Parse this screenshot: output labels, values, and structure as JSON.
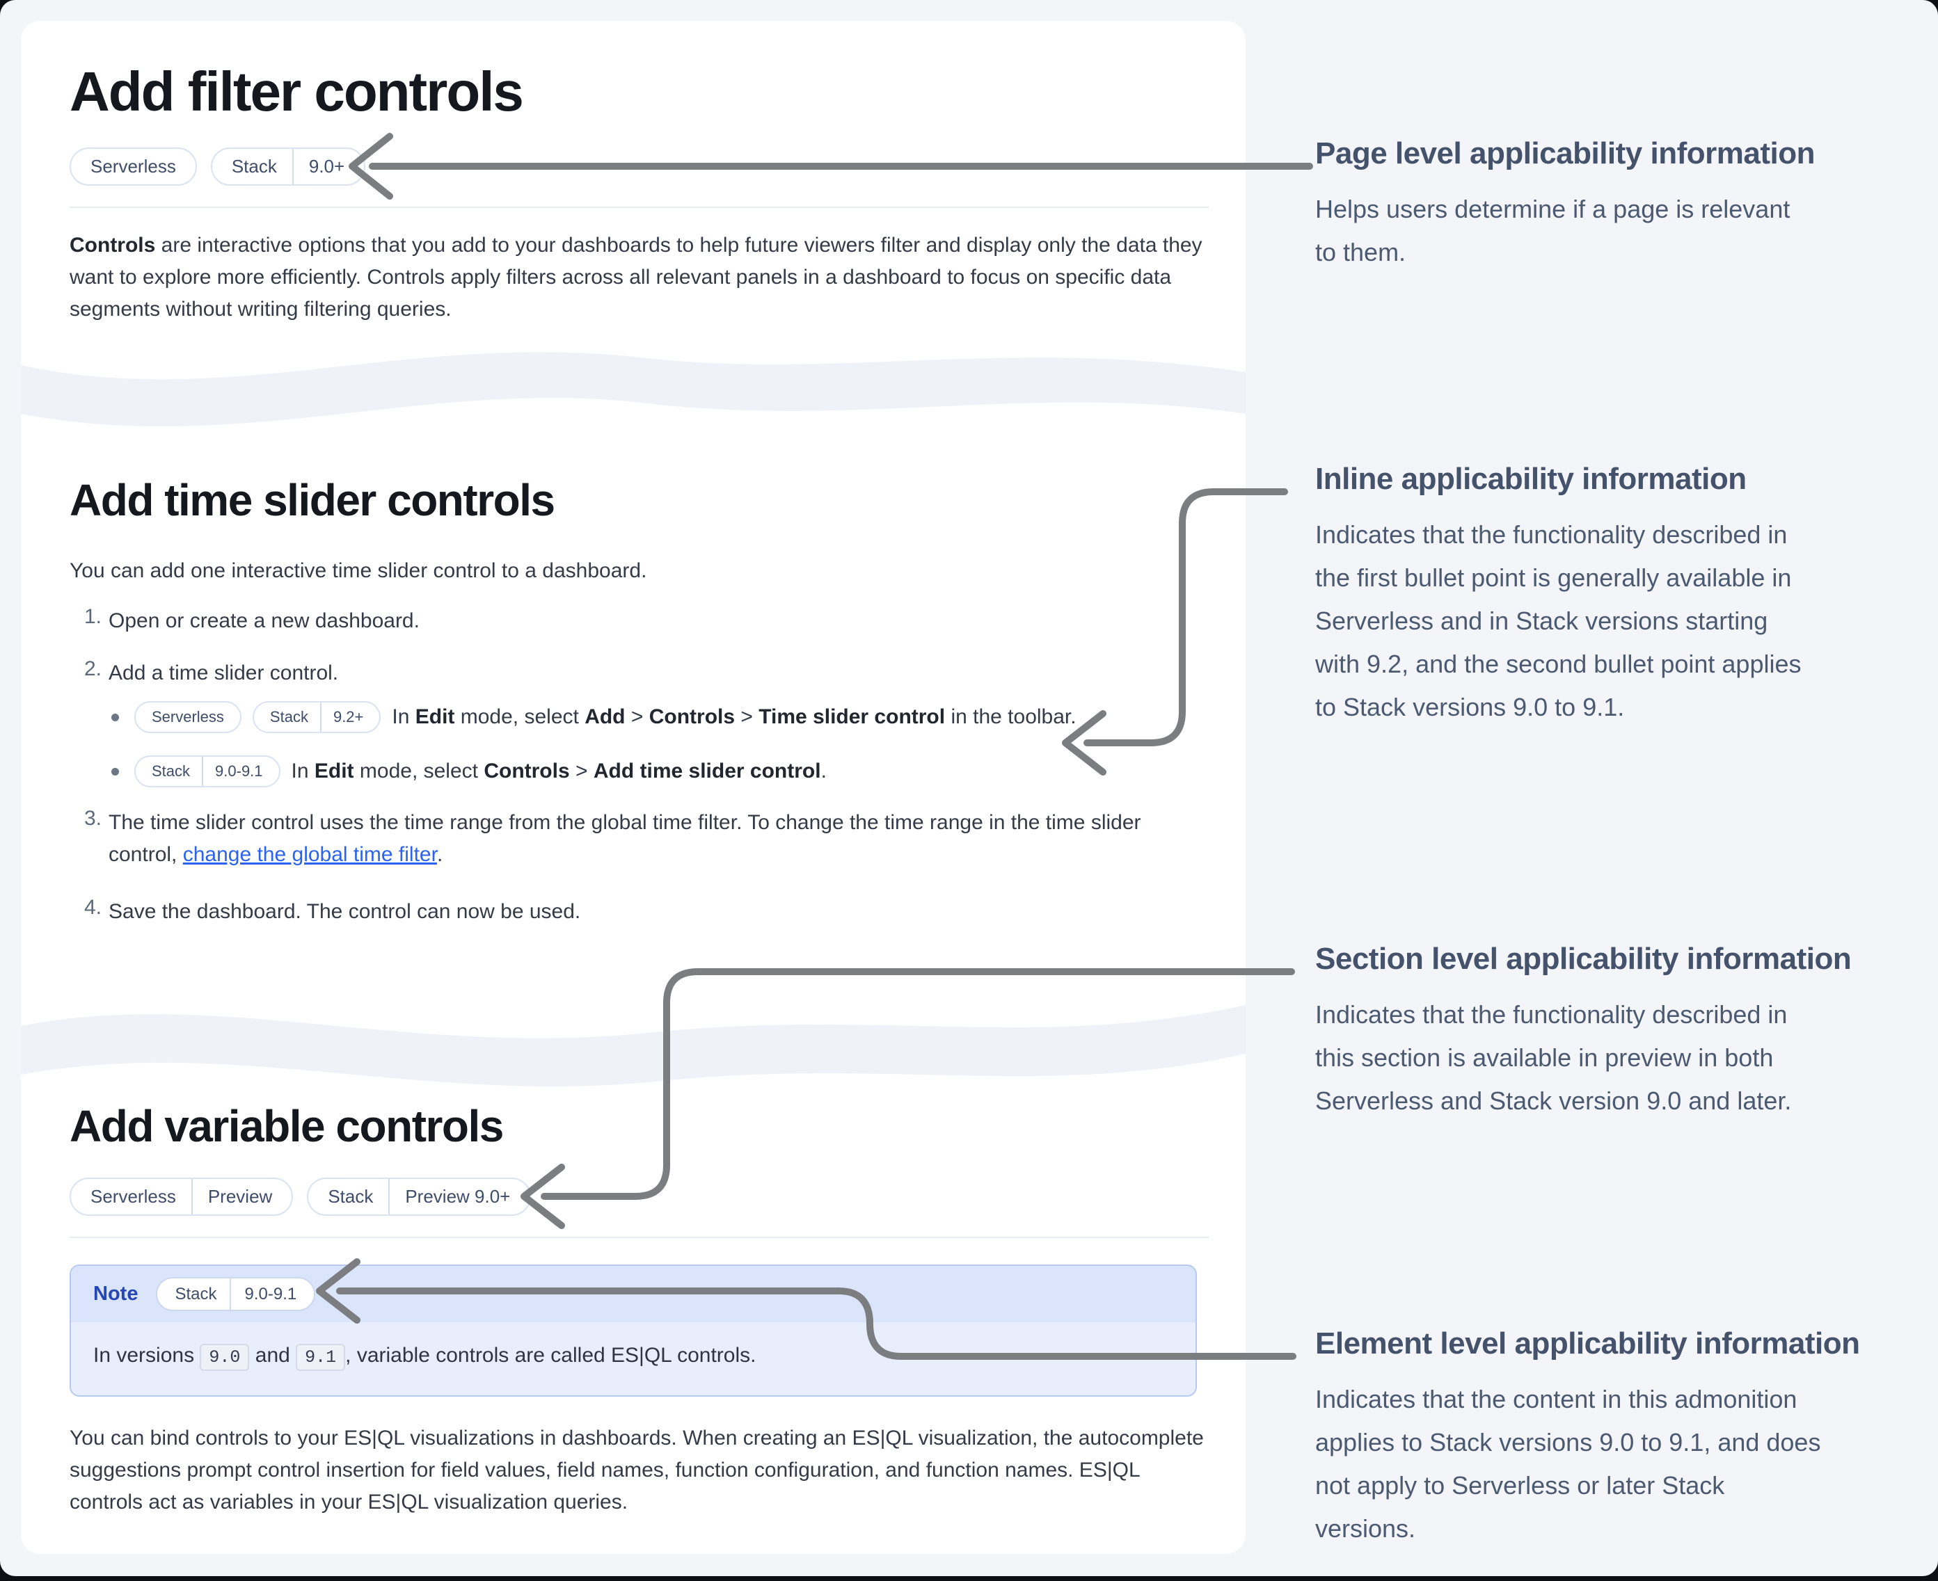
{
  "colors": {
    "page_bg": "#f3f5f9",
    "card_bg": "#ffffff",
    "arrow": "#7b7d81",
    "link": "#2c63ee",
    "note_border": "#b6c9f1",
    "note_header_bg": "#dae4fa",
    "note_body_bg": "#e9eefc",
    "note_label_color": "#2746b6"
  },
  "sections": {
    "filter": {
      "title": "Add filter controls",
      "badges": [
        {
          "parts": [
            "Serverless"
          ]
        },
        {
          "parts": [
            "Stack",
            "9.0+"
          ]
        }
      ],
      "paragraph": {
        "bold": "Controls",
        "rest": " are interactive options that you add to your dashboards to help future viewers filter and display only the data they want to explore more efficiently. Controls apply filters across all relevant panels in a dashboard to focus on specific data segments without writing filtering queries."
      }
    },
    "timeslider": {
      "title": "Add time slider controls",
      "intro": "You can add one interactive time slider control to a dashboard.",
      "step1": {
        "num": "1.",
        "text": "Open or create a new dashboard."
      },
      "step2": {
        "num": "2.",
        "text": "Add a time slider control."
      },
      "bullet1": {
        "badges": [
          {
            "parts": [
              "Serverless"
            ]
          },
          {
            "parts": [
              "Stack",
              "9.2+"
            ]
          }
        ],
        "segments": [
          {
            "t": "In "
          },
          {
            "t": "Edit"
          },
          {
            "t": " mode, select "
          },
          {
            "t": "Add"
          },
          {
            "t": " > "
          },
          {
            "t": "Controls"
          },
          {
            "t": " > "
          },
          {
            "t": "Time slider control"
          },
          {
            "t": " in the toolbar."
          }
        ]
      },
      "bullet2": {
        "badges": [
          {
            "parts": [
              "Stack",
              "9.0-9.1"
            ]
          }
        ],
        "segments": [
          {
            "t": "In "
          },
          {
            "t": "Edit"
          },
          {
            "t": " mode, select "
          },
          {
            "t": "Controls"
          },
          {
            "t": " > "
          },
          {
            "t": "Add time slider control"
          },
          {
            "t": "."
          }
        ]
      },
      "step3": {
        "num": "3.",
        "pre": "The time slider control uses the time range from the global time filter. To change the time range in the time slider control, ",
        "link": "change the global time filter",
        "post": "."
      },
      "step4": {
        "num": "4.",
        "text": "Save the dashboard. The control can now be used."
      }
    },
    "variable": {
      "title": "Add variable controls",
      "badges": [
        {
          "parts": [
            "Serverless",
            "Preview"
          ]
        },
        {
          "parts": [
            "Stack",
            "Preview 9.0+"
          ]
        }
      ],
      "note": {
        "label": "Note",
        "badge": {
          "parts": [
            "Stack",
            "9.0-9.1"
          ]
        },
        "body": [
          {
            "t": "In versions "
          },
          {
            "t": "9.0"
          },
          {
            "t": " and "
          },
          {
            "t": "9.1"
          },
          {
            "t": ", variable controls are called ES|QL controls."
          }
        ]
      },
      "paragraph": "You can bind controls to your ES|QL visualizations in dashboards. When creating an ES|QL visualization, the autocomplete suggestions prompt control insertion for field values, field names, function configuration, and function names. ES|QL controls act as variables in your ES|QL visualization queries."
    }
  },
  "annotations": [
    {
      "title": "Page level applicability information",
      "body": "Helps users determine if a page is relevant\nto them."
    },
    {
      "title": "Inline applicability information",
      "body": "Indicates that the functionality described in\nthe first bullet point is generally available in\nServerless and in Stack versions starting\nwith 9.2, and the second bullet point applies\nto Stack versions 9.0 to 9.1."
    },
    {
      "title": "Section level applicability information",
      "body": "Indicates that the functionality described in\nthis section is available in preview in both\nServerless and Stack version 9.0 and later."
    },
    {
      "title": "Element level applicability information",
      "body": "Indicates that the content in this admonition\napplies to Stack versions 9.0 to 9.1, and does\nnot apply to Serverless or later Stack\nversions."
    }
  ]
}
